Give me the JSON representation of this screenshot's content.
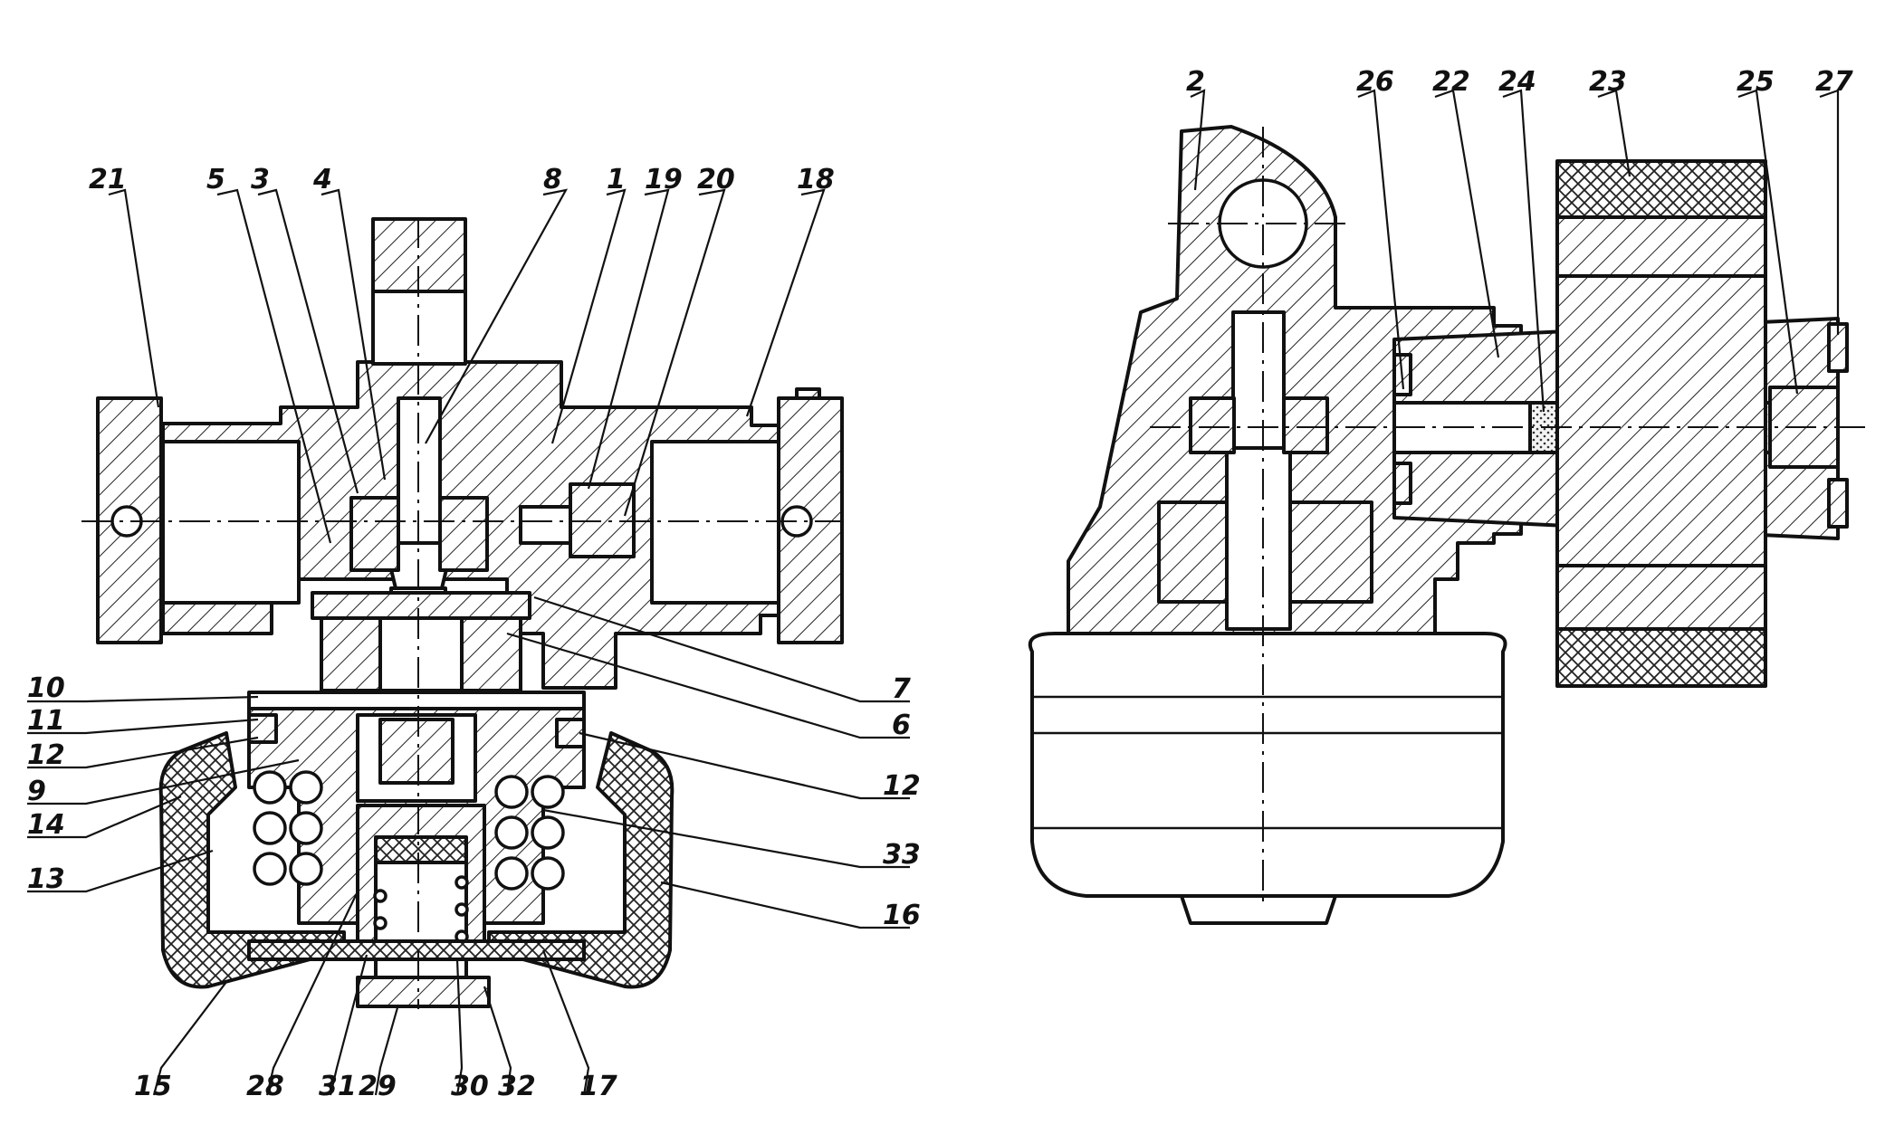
{
  "left_view": {
    "labels": [
      {
        "id": "21",
        "text": "21"
      },
      {
        "id": "5",
        "text": "5"
      },
      {
        "id": "3",
        "text": "3"
      },
      {
        "id": "4",
        "text": "4"
      },
      {
        "id": "8",
        "text": "8"
      },
      {
        "id": "1",
        "text": "1"
      },
      {
        "id": "19",
        "text": "19"
      },
      {
        "id": "20",
        "text": "20"
      },
      {
        "id": "18",
        "text": "18"
      },
      {
        "id": "10",
        "text": "10"
      },
      {
        "id": "11",
        "text": "11"
      },
      {
        "id": "12a",
        "text": "12"
      },
      {
        "id": "9",
        "text": "9"
      },
      {
        "id": "14",
        "text": "14"
      },
      {
        "id": "13",
        "text": "13"
      },
      {
        "id": "7",
        "text": "7"
      },
      {
        "id": "6",
        "text": "6"
      },
      {
        "id": "12b",
        "text": "12"
      },
      {
        "id": "33",
        "text": "33"
      },
      {
        "id": "16",
        "text": "16"
      },
      {
        "id": "15",
        "text": "15"
      },
      {
        "id": "28",
        "text": "28"
      },
      {
        "id": "31",
        "text": "31"
      },
      {
        "id": "29",
        "text": "29"
      },
      {
        "id": "30",
        "text": "30"
      },
      {
        "id": "32",
        "text": "32"
      },
      {
        "id": "17",
        "text": "17"
      }
    ]
  },
  "right_view": {
    "labels": [
      {
        "id": "2",
        "text": "2"
      },
      {
        "id": "26",
        "text": "26"
      },
      {
        "id": "22",
        "text": "22"
      },
      {
        "id": "24",
        "text": "24"
      },
      {
        "id": "23",
        "text": "23"
      },
      {
        "id": "25",
        "text": "25"
      },
      {
        "id": "27",
        "text": "27"
      }
    ]
  },
  "style": {
    "ink": "#111111",
    "paper": "#ffffff"
  }
}
